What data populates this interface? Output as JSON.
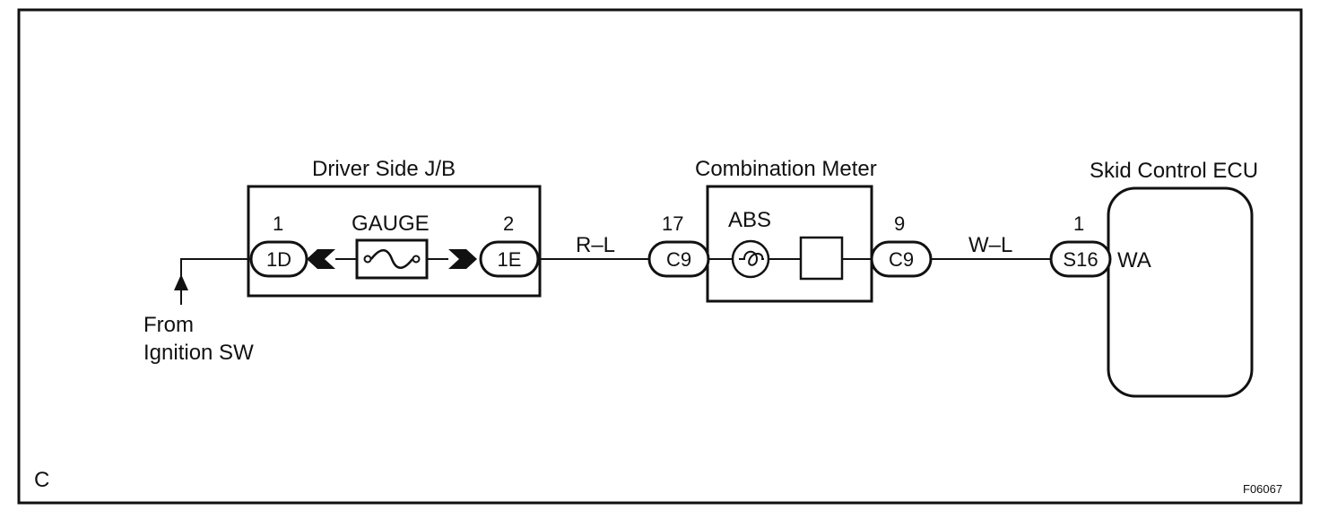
{
  "diagram": {
    "corner_label": "C",
    "figure_id": "F06067",
    "source": {
      "line1": "From",
      "line2": "Ignition SW"
    },
    "junction_block": {
      "title": "Driver Side J/B",
      "fuse_label": "GAUGE",
      "left_pin": "1",
      "left_connector": "1D",
      "right_pin": "2",
      "right_connector": "1E"
    },
    "wire_1": "R–L",
    "combination_meter": {
      "title": "Combination Meter",
      "indicator_label": "ABS",
      "left_pin": "17",
      "left_connector": "C9",
      "right_pin": "9",
      "right_connector": "C9"
    },
    "wire_2": "W–L",
    "ecu": {
      "title": "Skid Control ECU",
      "pin": "1",
      "connector": "S16",
      "terminal": "WA"
    }
  }
}
